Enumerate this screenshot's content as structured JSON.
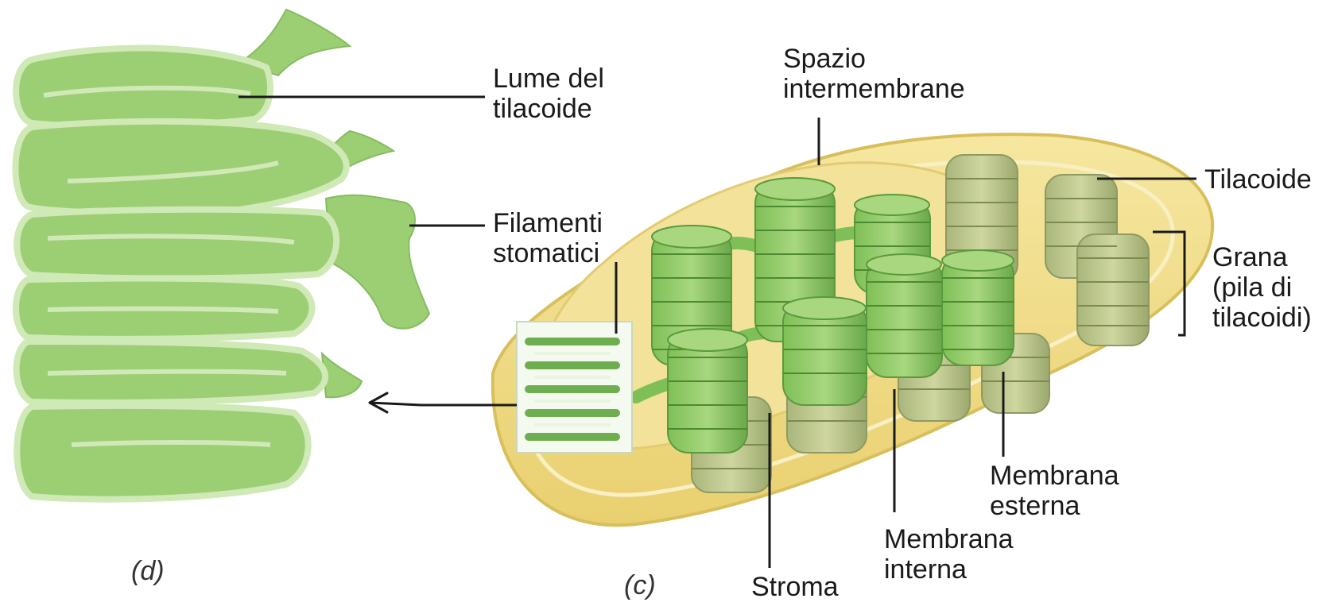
{
  "labels": {
    "lumen": [
      "Lume del",
      "tilacoide"
    ],
    "filaments": [
      "Filamenti",
      "stomatici"
    ],
    "intermembrane": [
      "Spazio",
      "intermembrane"
    ],
    "thylakoid": "Tilacoide",
    "grana": [
      "Grana",
      "(pila di",
      "tilacoidi)"
    ],
    "outer_membrane": [
      "Membrana",
      "esterna"
    ],
    "inner_membrane": [
      "Membrana",
      "interna"
    ],
    "stroma": "Stroma"
  },
  "captions": {
    "detail": "(d)",
    "cutaway": "(c)"
  },
  "colors": {
    "green_fill": "#9cce73",
    "green_dark": "#6fae4f",
    "green_light": "#cfe9b7",
    "yellow_fill": "#f1de8a",
    "yellow_edge": "#d8bf5c",
    "line": "#1a1a1a"
  }
}
